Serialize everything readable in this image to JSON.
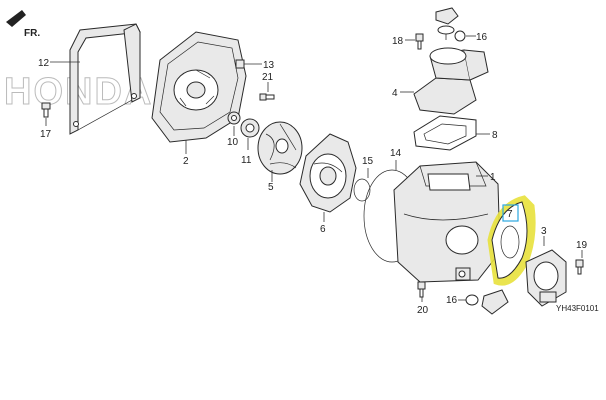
{
  "diagram": {
    "direction_label": "FR.",
    "watermark": "HONDA",
    "figure_code": "YH43F0101",
    "callouts": {
      "c1": "1",
      "c2": "2",
      "c3": "3",
      "c4": "4",
      "c5": "5",
      "c6": "6",
      "c7": "7",
      "c8": "8",
      "c10": "10",
      "c11": "11",
      "c12": "12",
      "c13": "13",
      "c14": "14",
      "c15": "15",
      "c16a": "16",
      "c16b": "16",
      "c17": "17",
      "c18": "18",
      "c19": "19",
      "c20": "20",
      "c21": "21"
    },
    "highlight_color": "#e8e23c",
    "highlight_box_color": "#2aa7e0"
  }
}
